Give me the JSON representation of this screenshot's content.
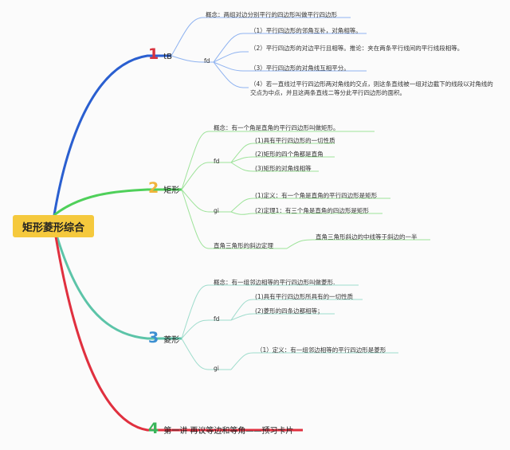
{
  "root": {
    "title": "矩形菱形综合"
  },
  "branches": [
    {
      "number": "1",
      "color": "#d8323e",
      "label": "tB",
      "concept": "概念：两组对边分别平行的四边形叫做平行四边形",
      "groups": [
        {
          "key": "fd",
          "items": [
            "（1）平行四边形的邻角互补，对角相等。",
            "（2）平行四边形的对边平行且相等。推论：夹在两条平行线间的平行线段相等。",
            "（3）平行四边形的对角线互相平分。",
            "（4）若一直线过平行四边形两对角线的交点，则这条直线被一组对边截下的线段以对角线的交点为中点，并且这两条直线二等分此平行四边形的面积。"
          ]
        }
      ]
    },
    {
      "number": "2",
      "color": "#f0b43a",
      "label": "矩形",
      "concept": "概念：有一个角是直角的平行四边形叫做矩形。",
      "groups": [
        {
          "key": "fd",
          "items": [
            "(1)具有平行四边形的一切性质",
            "(2)矩形的四个角都是直角",
            "(3)矩形的对角线相等"
          ]
        },
        {
          "key": "gi",
          "items": [
            "(1)定义：有一个角是直角的平行四边形是矩形",
            "(2)定理1：有三个角是直角的四边形是矩形"
          ]
        }
      ],
      "extra": {
        "label": "直角三角形的斜边定理",
        "item": "直角三角形斜边的中线等于斜边的一半"
      }
    },
    {
      "number": "3",
      "color": "#3b8fd1",
      "label": "菱形",
      "concept": "概念：有一组邻边相等的平行四边形叫做菱形.",
      "groups": [
        {
          "key": "fd",
          "items": [
            "(1)具有平行四边形所具有的一切性质",
            "(2)菱形的四条边都相等；"
          ]
        },
        {
          "key": "gi",
          "items": [
            "（1）定义：有一组邻边相等的平行四边形是菱形"
          ]
        }
      ]
    },
    {
      "number": "4",
      "color": "#3ab55a",
      "label": "第一讲 再议等边和等角——预习卡片"
    }
  ],
  "colors": {
    "blue": "#2a5fd0",
    "green": "#4fd05a",
    "teal": "#5cc4a8",
    "red": "#e0303f",
    "light_blue": "#8fb3f0",
    "light_green": "#9ee39a",
    "light_teal": "#9edccc"
  }
}
